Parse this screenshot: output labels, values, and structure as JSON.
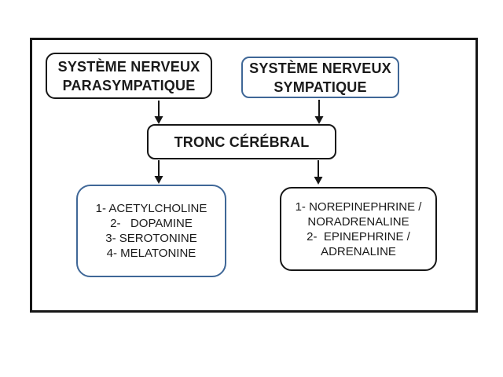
{
  "diagram": {
    "nodes": {
      "parasympathetic": {
        "lines": [
          "SYSTÈME NERVEUX",
          "PARASYMPATIQUE"
        ]
      },
      "sympathetic": {
        "lines": [
          "SYSTÈME NERVEUX",
          "SYMPATIQUE"
        ]
      },
      "brainstem": {
        "label": "TRONC CÉRÉBRAL"
      },
      "parasympathetic_transmitters": {
        "lines": [
          "1- ACETYLCHOLINE",
          "2-   DOPAMINE",
          "3- SEROTONINE",
          "4- MELATONINE"
        ]
      },
      "sympathetic_transmitters": {
        "lines": [
          "1- NOREPINEPHRINE /",
          "NORADRENALINE",
          "2-  EPINEPHRINE /",
          "ADRENALINE"
        ]
      }
    },
    "edges": [
      {
        "from": "parasympathetic",
        "to": "brainstem"
      },
      {
        "from": "sympathetic",
        "to": "brainstem"
      },
      {
        "from": "brainstem",
        "to": "parasympathetic_transmitters"
      },
      {
        "from": "brainstem",
        "to": "sympathetic_transmitters"
      }
    ],
    "colors": {
      "blue_border": "#3f6797",
      "black_border": "#161616",
      "text": "#1a1a1a",
      "background": "#ffffff"
    }
  }
}
